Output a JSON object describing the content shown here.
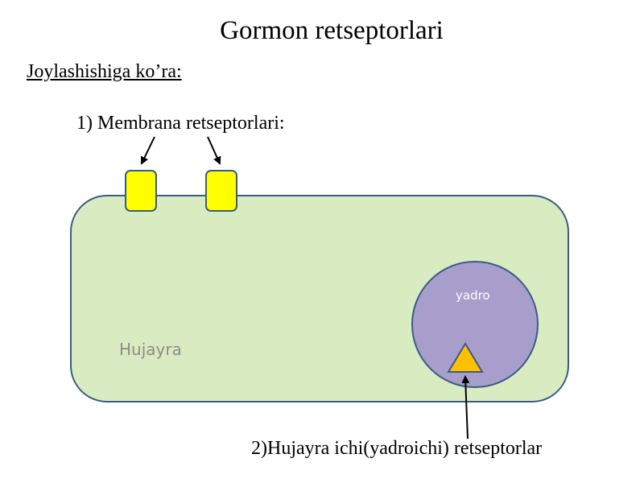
{
  "slide": {
    "title": "Gormon retseptorlari",
    "subtitle": "Joylashishiga ko’ra:",
    "membrane_label": "1) Membrana retseptorlari:",
    "intracellular_label": "2)Hujayra ichi(yadroichi) retseptorlar",
    "cell_label": "Hujayra",
    "nucleus_label": "yadro"
  },
  "colors": {
    "cell_fill": "#d9ecc1",
    "cell_stroke": "#3a5b86",
    "membrane_receptor_fill": "#ffff00",
    "nucleus_fill": "#a79ecb",
    "nucleus_stroke": "#3a5b86",
    "nuclear_receptor_fill": "#ffc000",
    "arrow": "#000000"
  },
  "icons": {
    "membrane_receptor": "rounded-square",
    "nuclear_receptor": "triangle"
  }
}
